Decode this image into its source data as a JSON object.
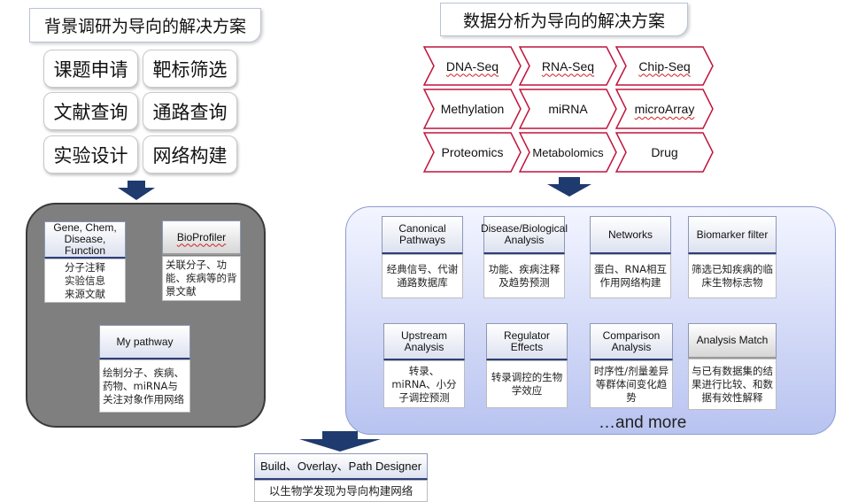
{
  "left": {
    "title": "背景调研为导向的解决方案",
    "topics": [
      "课题申请",
      "靶标筛选",
      "文献查询",
      "通路查询",
      "实验设计",
      "网络构建"
    ],
    "cards": [
      {
        "head": "Gene, Chem, Disease, Function",
        "body": "分子注释\n实验信息\n来源文献"
      },
      {
        "head": "BioProfiler",
        "body": "关联分子、功能、疾病等的背景文献"
      },
      {
        "head": "My pathway",
        "body": "绘制分子、疾病、药物、miRNA与关注对象作用网络"
      }
    ]
  },
  "right": {
    "title": "数据分析为导向的解决方案",
    "data_types": [
      "DNA-Seq",
      "RNA-Seq",
      "Chip-Seq",
      "Methylation",
      "miRNA",
      "microArray",
      "Proteomics",
      "Metabolomics",
      "Drug"
    ],
    "cards": [
      {
        "head": "Canonical Pathways",
        "body": "经典信号、代谢通路数据库"
      },
      {
        "head": "Disease/Biological Analysis",
        "body": "功能、疾病注释及趋势预测"
      },
      {
        "head": "Networks",
        "body": "蛋白、RNA相互作用网络构建"
      },
      {
        "head": "Biomarker filter",
        "body": "筛选已知疾病的临床生物标志物"
      },
      {
        "head": "Upstream Analysis",
        "body": "转录、miRNA、小分子调控预测"
      },
      {
        "head": "Regulator Effects",
        "body": "转录调控的生物学效应"
      },
      {
        "head": "Comparison Analysis",
        "body": "时序性/剂量差异等群体间变化趋势"
      },
      {
        "head": "Analysis Match",
        "body": "与已有数据集的结果进行比较、和数据有效性解释"
      }
    ],
    "more": "…and more"
  },
  "bottom": {
    "head": "Build、Overlay、Path Designer",
    "body": "以生物学发现为导向构建网络"
  },
  "colors": {
    "chevron_border": "#c0143c",
    "arrow": "#1f3a6e",
    "gray_panel": "#7f7f7f",
    "blue_panel": "#b8c3f0"
  }
}
